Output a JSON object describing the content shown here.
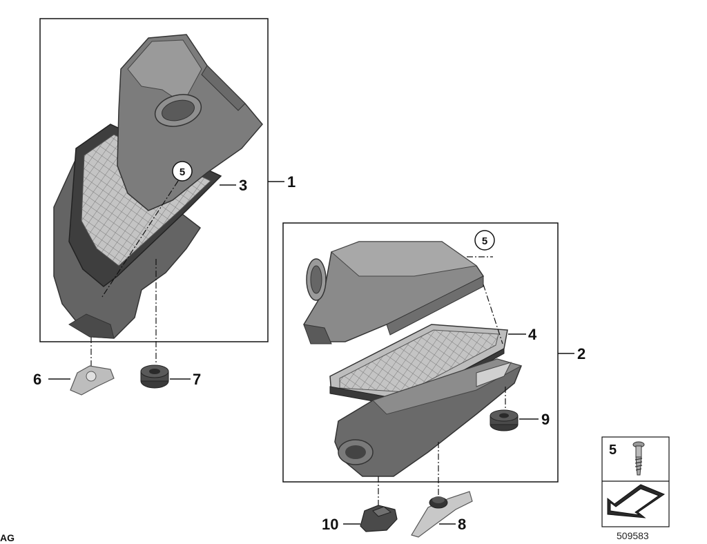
{
  "callouts": {
    "c1": "1",
    "c2": "2",
    "c3": "3",
    "c4": "4",
    "c5_upper": "5",
    "c5_lower": "5",
    "c5_legend": "5",
    "c6": "6",
    "c7": "7",
    "c8": "8",
    "c9": "9",
    "c10": "10"
  },
  "reference_number": "509583",
  "corner_text": "AG",
  "colors": {
    "line": "#111111",
    "part_dark": "#5e5e5e",
    "part_mid": "#8a8a8a",
    "part_light": "#b5b5b5",
    "filter": "#c9c9c9"
  }
}
